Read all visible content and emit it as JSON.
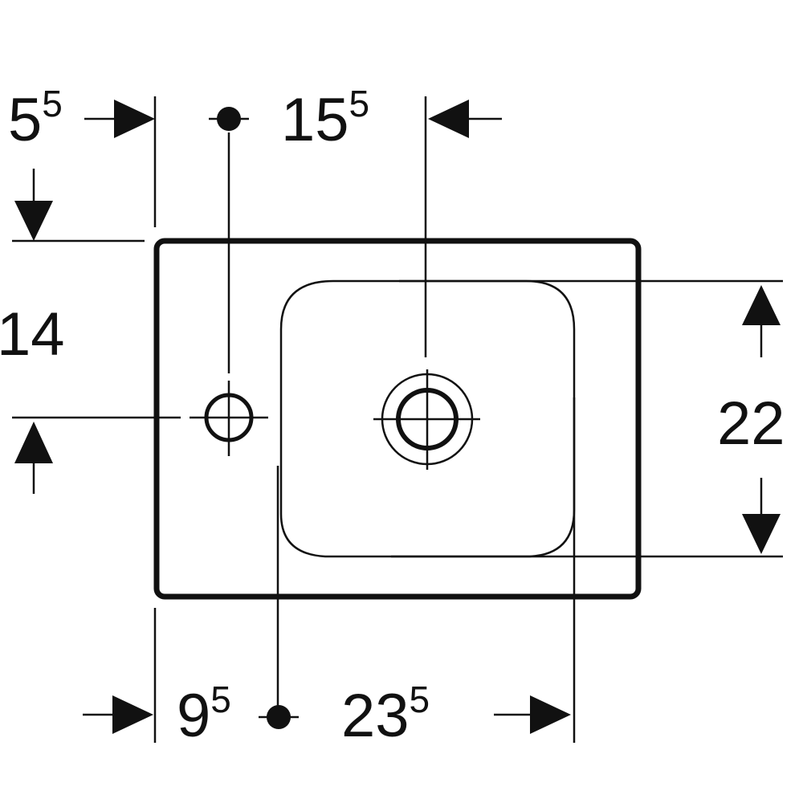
{
  "colors": {
    "line": "#111111",
    "background": "#ffffff"
  },
  "dimensions": {
    "top_left": {
      "main": "5",
      "sup": "5"
    },
    "top_center": {
      "main": "15",
      "sup": "5"
    },
    "left_side": {
      "main": "14",
      "sup": ""
    },
    "right_side": {
      "main": "22",
      "sup": ""
    },
    "bottom_left": {
      "main": "9",
      "sup": "5"
    },
    "bottom_right": {
      "main": "23",
      "sup": "5"
    }
  },
  "icons": {
    "tap_hole": "circle-ring-icon",
    "drain": "double-ring-icon",
    "reference_point": "filled-dot-icon",
    "arrow": "triangle-arrow-icon"
  }
}
